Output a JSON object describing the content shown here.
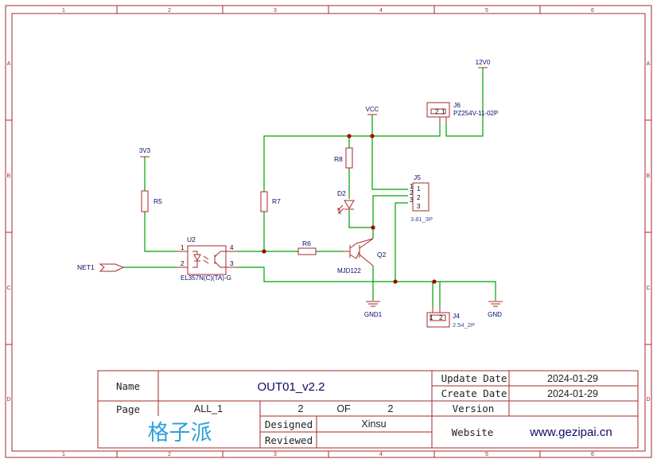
{
  "zones": {
    "columns": [
      "1",
      "2",
      "3",
      "4",
      "5",
      "6"
    ],
    "rows": [
      "A",
      "B",
      "C",
      "D"
    ]
  },
  "power": {
    "v12": "12V0",
    "vcc": "VCC",
    "v3": "3V3",
    "gnd1": "GND1",
    "gnd": "GND"
  },
  "net": {
    "net1": "NET1"
  },
  "components": {
    "R5": {
      "ref": "R5"
    },
    "R6": {
      "ref": "R6"
    },
    "R7": {
      "ref": "R7"
    },
    "R8": {
      "ref": "R8"
    },
    "D2": {
      "ref": "D2"
    },
    "U2": {
      "ref": "U2",
      "value": "EL357N(C)(TA)-G",
      "pins": [
        "1",
        "2",
        "3",
        "4"
      ]
    },
    "Q2": {
      "ref": "Q2",
      "value": "MJD122"
    },
    "J4": {
      "ref": "J4",
      "value": "2.54_2P",
      "pins": [
        "1",
        "2"
      ]
    },
    "J5": {
      "ref": "J5",
      "value": "3.81_3P",
      "pins": [
        "1",
        "2",
        "3"
      ],
      "connpins": [
        "1",
        "2",
        "3"
      ]
    },
    "J6": {
      "ref": "J6",
      "value": "PZ254V-11-02P",
      "pins": [
        "1",
        "2"
      ]
    }
  },
  "title_block": {
    "name_label": "Name",
    "name_value": "OUT01_v2.2",
    "page_label": "Page",
    "page_value": "ALL_1",
    "page_num": "2",
    "of_label": "OF",
    "page_total": "2",
    "logo_text": "格子派",
    "designed_label": "Designed",
    "designed_value": "Xinsu",
    "reviewed_label": "Reviewed",
    "update_label": "Update Date",
    "update_value": "2024-01-29",
    "create_label": "Create Date",
    "create_value": "2024-01-29",
    "version_label": "Version",
    "website_label": "Website",
    "website_value": "www.gezipai.cn"
  }
}
